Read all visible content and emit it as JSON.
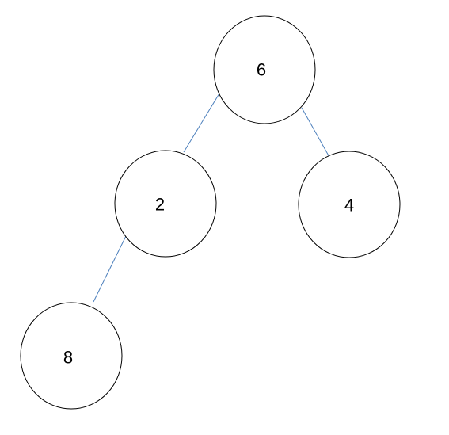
{
  "tree": {
    "nodes": [
      {
        "id": "n6",
        "label": "6"
      },
      {
        "id": "n2",
        "label": "2"
      },
      {
        "id": "n4",
        "label": "4"
      },
      {
        "id": "n8",
        "label": "8"
      }
    ],
    "edges": [
      {
        "from": "n6",
        "to": "n2"
      },
      {
        "from": "n6",
        "to": "n4"
      },
      {
        "from": "n2",
        "to": "n8"
      }
    ],
    "colors": {
      "edge": "#4a7ebb",
      "node_stroke": "#000000",
      "node_fill": "#ffffff"
    }
  }
}
